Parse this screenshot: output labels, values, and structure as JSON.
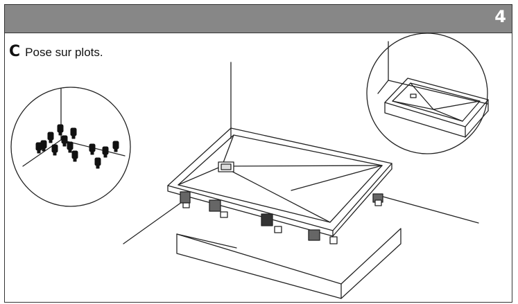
{
  "header": {
    "page_number": "4",
    "bar_color": "#878787"
  },
  "step": {
    "letter": "C",
    "text": "Pose sur plots."
  },
  "illustration": {
    "subject": "shower tray installed on adjustable feet",
    "detail_left": "adjustable-feet-detail",
    "detail_right": "installed-tray-detail"
  }
}
